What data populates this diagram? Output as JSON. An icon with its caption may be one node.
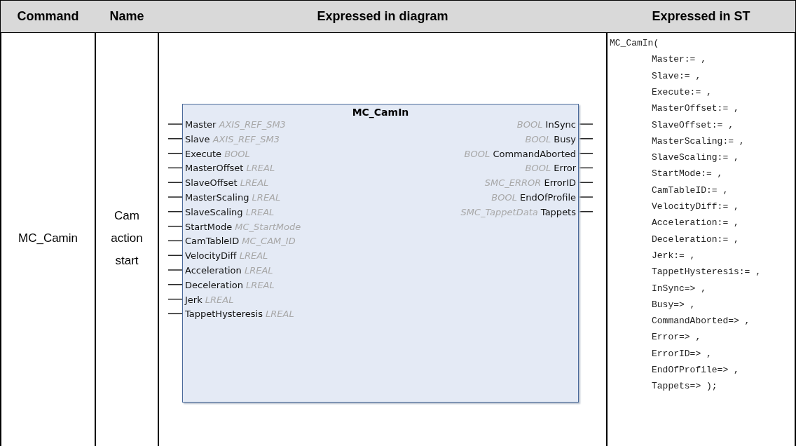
{
  "diagram": {
    "nodes": [
      {
        "text": [
          "MC_CamIn",
          "Master *AXIS_REF_SM3*",
          "Slave *AXIS_REF_SM3*",
          "Execute *BOOL*",
          "MasterOffset *LREAL*",
          "SlaveOffset *LREAL*",
          "MasterScaling *LREAL*",
          "SlaveScaling *LREAL*",
          "StartMode *MC_StartMode*",
          "CamTableID *MC_CAM_ID*",
          "VelocityDiff *LREAL*",
          "Acceleration *LREAL*",
          "Deceleration *LREAL*",
          "Jerk *LREAL*",
          "TappetHysteresis *LREAL*",
          "*BOOL* InSync",
          "*BOOL* Busy",
          "*BOOL* CommandAborted",
          "*BOOL* Error",
          "*SMC_ERROR* ErrorID",
          "*BOOL* EndOfProfile",
          "*SMC_TappetData* Tappets"
        ]
      }
    ],
    "labels": [
      "Command",
      "Name",
      "Expressed in diagram",
      "Expressed in ST",
      "MC_Camin",
      "Cam action start",
      "MC_CamIn(",
      "Master:= ,",
      "Slave:= ,",
      "Execute:= ,",
      "MasterOffset:= ,",
      "SlaveOffset:= ,",
      "MasterScaling:= ,",
      "SlaveScaling:= ,",
      "StartMode:= ,",
      "CamTableID:= ,",
      "VelocityDiff:= ,",
      "Acceleration:= ,",
      "Deceleration:= ,",
      "Jerk:= ,",
      "TappetHysteresis:= ,",
      "InSync=> ,",
      "Busy=> ,",
      "CommandAborted=> ,",
      "Error=> ,",
      "ErrorID=> ,",
      "EndOfProfile=> ,",
      "Tappets=> );"
    ]
  }
}
